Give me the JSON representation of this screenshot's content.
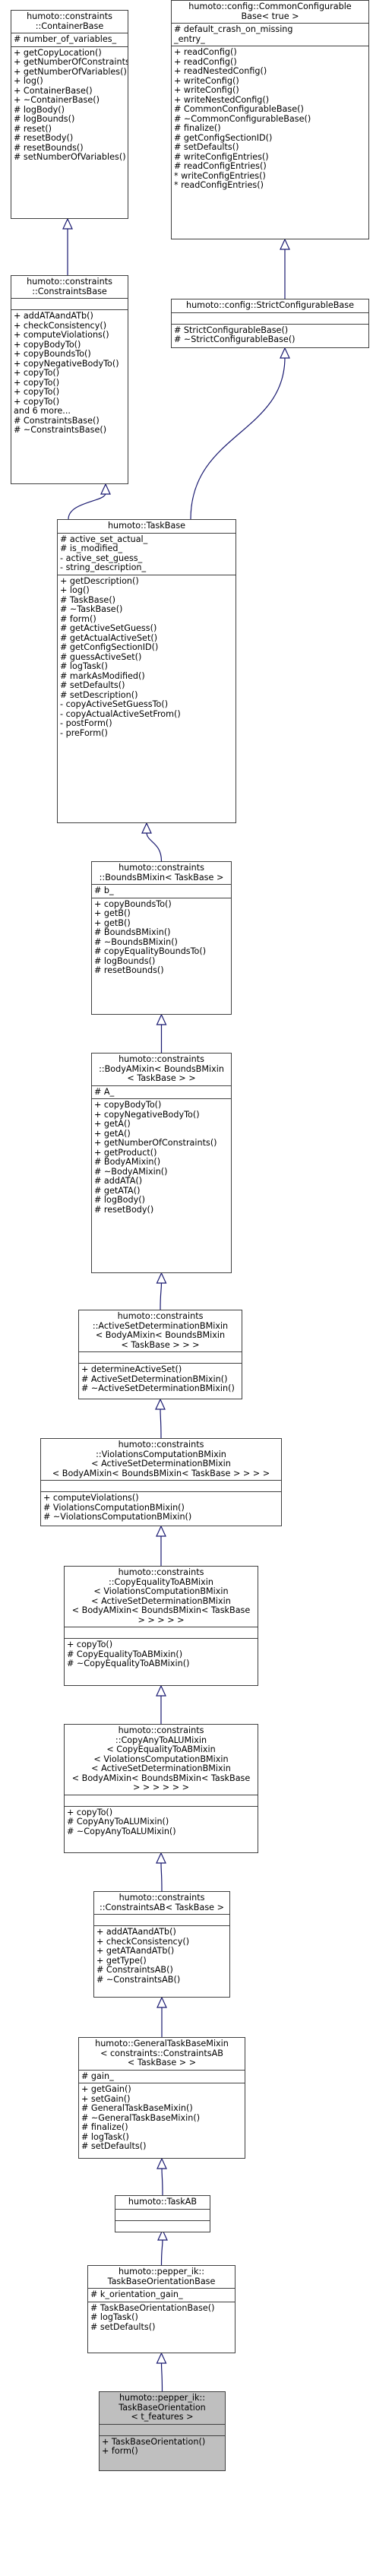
{
  "diagram": {
    "type": "uml-class-inheritance",
    "nodes": [
      {
        "id": "container_base",
        "title": [
          "humoto::constraints",
          "::ContainerBase"
        ],
        "attributes": [
          "# number_of_variables_"
        ],
        "methods": [
          "+ getCopyLocation()",
          "+ getNumberOfConstraints()",
          "+ getNumberOfVariables()",
          "+ log()",
          "+ ContainerBase()",
          "+ ~ContainerBase()",
          "# logBody()",
          "# logBounds()",
          "# reset()",
          "# resetBody()",
          "# resetBounds()",
          "# setNumberOfVariables()"
        ]
      },
      {
        "id": "common_configurable_base",
        "title": [
          "humoto::config::CommonConfigurable",
          "Base< true >"
        ],
        "attributes": [
          "# default_crash_on_missing",
          "_entry_"
        ],
        "methods": [
          "+ readConfig()",
          "+ readConfig()",
          "+ readNestedConfig()",
          "+ writeConfig()",
          "+ writeConfig()",
          "+ writeNestedConfig()",
          "# CommonConfigurableBase()",
          "# ~CommonConfigurableBase()",
          "# finalize()",
          "# getConfigSectionID()",
          "# setDefaults()",
          "# writeConfigEntries()",
          "# readConfigEntries()",
          "* writeConfigEntries()",
          "* readConfigEntries()"
        ]
      },
      {
        "id": "constraints_base",
        "title": [
          "humoto::constraints",
          "::ConstraintsBase"
        ],
        "attributes": [],
        "methods": [
          "+ addATAandATb()",
          "+ checkConsistency()",
          "+ computeViolations()",
          "+ copyBodyTo()",
          "+ copyBoundsTo()",
          "+ copyNegativeBodyTo()",
          "+ copyTo()",
          "+ copyTo()",
          "+ copyTo()",
          "+ copyTo()",
          "and 6 more...",
          "# ConstraintsBase()",
          "# ~ConstraintsBase()"
        ]
      },
      {
        "id": "strict_configurable_base",
        "title": [
          "humoto::config::StrictConfigurableBase"
        ],
        "attributes": [],
        "methods": [
          "# StrictConfigurableBase()",
          "# ~StrictConfigurableBase()"
        ]
      },
      {
        "id": "task_base",
        "title": [
          "humoto::TaskBase"
        ],
        "attributes": [
          "# active_set_actual_",
          "# is_modified_",
          "- active_set_guess_",
          "- string_description_"
        ],
        "methods": [
          "+ getDescription()",
          "+ log()",
          "# TaskBase()",
          "# ~TaskBase()",
          "# form()",
          "# getActiveSetGuess()",
          "# getActualActiveSet()",
          "# getConfigSectionID()",
          "# guessActiveSet()",
          "# logTask()",
          "# markAsModified()",
          "# setDefaults()",
          "# setDescription()",
          "- copyActiveSetGuessTo()",
          "- copyActualActiveSetFrom()",
          "- postForm()",
          "- preForm()"
        ]
      },
      {
        "id": "bounds_b_mixin",
        "title": [
          "humoto::constraints",
          "::BoundsBMixin< TaskBase >"
        ],
        "attributes": [
          "# b_"
        ],
        "methods": [
          "+ copyBoundsTo()",
          "+ getB()",
          "+ getB()",
          "# BoundsBMixin()",
          "# ~BoundsBMixin()",
          "# copyEqualityBoundsTo()",
          "# logBounds()",
          "# resetBounds()"
        ]
      },
      {
        "id": "body_a_mixin",
        "title": [
          "humoto::constraints",
          "::BodyAMixin< BoundsBMixin",
          "< TaskBase > >"
        ],
        "attributes": [
          "# A_"
        ],
        "methods": [
          "+ copyBodyTo()",
          "+ copyNegativeBodyTo()",
          "+ getA()",
          "+ getA()",
          "+ getNumberOfConstraints()",
          "+ getProduct()",
          "# BodyAMixin()",
          "# ~BodyAMixin()",
          "# addATA()",
          "# getATA()",
          "# logBody()",
          "# resetBody()"
        ]
      },
      {
        "id": "active_set_determination_b_mixin",
        "title": [
          "humoto::constraints",
          "::ActiveSetDeterminationBMixin",
          "< BodyAMixin< BoundsBMixin",
          "< TaskBase > > >"
        ],
        "attributes": [],
        "methods": [
          "+ determineActiveSet()",
          "# ActiveSetDeterminationBMixin()",
          "# ~ActiveSetDeterminationBMixin()"
        ]
      },
      {
        "id": "violations_computation_b_mixin",
        "title": [
          "humoto::constraints",
          "::ViolationsComputationBMixin",
          "< ActiveSetDeterminationBMixin",
          "< BodyAMixin< BoundsBMixin< TaskBase > > > >"
        ],
        "attributes": [],
        "methods": [
          "+ computeViolations()",
          "# ViolationsComputationBMixin()",
          "# ~ViolationsComputationBMixin()"
        ]
      },
      {
        "id": "copy_equality_to_ab_mixin",
        "title": [
          "humoto::constraints",
          "::CopyEqualityToABMixin",
          "< ViolationsComputationBMixin",
          "< ActiveSetDeterminationBMixin",
          "< BodyAMixin< BoundsBMixin< TaskBase",
          "> > > > >"
        ],
        "attributes": [],
        "methods": [
          "+ copyTo()",
          "# CopyEqualityToABMixin()",
          "# ~CopyEqualityToABMixin()"
        ]
      },
      {
        "id": "copy_any_to_alu_mixin",
        "title": [
          "humoto::constraints",
          "::CopyAnyToALUMixin",
          "< CopyEqualityToABMixin",
          "< ViolationsComputationBMixin",
          "< ActiveSetDeterminationBMixin",
          "< BodyAMixin< BoundsBMixin< TaskBase",
          "> > > > > >"
        ],
        "attributes": [],
        "methods": [
          "+ copyTo()",
          "# CopyAnyToALUMixin()",
          "# ~CopyAnyToALUMixin()"
        ]
      },
      {
        "id": "constraints_ab",
        "title": [
          "humoto::constraints",
          "::ConstraintsAB< TaskBase >"
        ],
        "attributes": [],
        "methods": [
          "+ addATAandATb()",
          "+ checkConsistency()",
          "+ getATAandATb()",
          "+ getType()",
          "# ConstraintsAB()",
          "# ~ConstraintsAB()"
        ]
      },
      {
        "id": "general_task_base_mixin",
        "title": [
          "humoto::GeneralTaskBaseMixin",
          "< constraints::ConstraintsAB",
          "< TaskBase > >"
        ],
        "attributes": [
          "# gain_"
        ],
        "methods": [
          "+ getGain()",
          "+ setGain()",
          "# GeneralTaskBaseMixin()",
          "# ~GeneralTaskBaseMixin()",
          "# finalize()",
          "# logTask()",
          "# setDefaults()"
        ]
      },
      {
        "id": "task_ab",
        "title": [
          "humoto::TaskAB"
        ],
        "attributes": [],
        "methods": []
      },
      {
        "id": "task_base_orientation",
        "title": [
          "humoto::pepper_ik::",
          "TaskBaseOrientationBase"
        ],
        "attributes": [
          "# k_orientation_gain_"
        ],
        "methods": [
          "# TaskBaseOrientationBase()",
          "# logTask()",
          "# setDefaults()"
        ]
      },
      {
        "id": "task_base_orientation_t",
        "title": [
          "humoto::pepper_ik::",
          "TaskBaseOrientation",
          "< t_features >"
        ],
        "attributes": [],
        "methods": [
          "+ TaskBaseOrientation()",
          "+ form()"
        ]
      }
    ],
    "edges": [
      {
        "from": "constraints_base",
        "to": "container_base"
      },
      {
        "from": "strict_configurable_base",
        "to": "common_configurable_base"
      },
      {
        "from": "task_base",
        "to": "constraints_base"
      },
      {
        "from": "task_base",
        "to": "strict_configurable_base"
      },
      {
        "from": "bounds_b_mixin",
        "to": "task_base"
      },
      {
        "from": "body_a_mixin",
        "to": "bounds_b_mixin"
      },
      {
        "from": "active_set_determination_b_mixin",
        "to": "body_a_mixin"
      },
      {
        "from": "violations_computation_b_mixin",
        "to": "active_set_determination_b_mixin"
      },
      {
        "from": "copy_equality_to_ab_mixin",
        "to": "violations_computation_b_mixin"
      },
      {
        "from": "copy_any_to_alu_mixin",
        "to": "copy_equality_to_ab_mixin"
      },
      {
        "from": "constraints_ab",
        "to": "copy_any_to_alu_mixin"
      },
      {
        "from": "general_task_base_mixin",
        "to": "constraints_ab"
      },
      {
        "from": "task_ab",
        "to": "general_task_base_mixin"
      },
      {
        "from": "task_base_orientation",
        "to": "task_ab"
      },
      {
        "from": "task_base_orientation_t",
        "to": "task_base_orientation"
      }
    ],
    "edge_color": "#191970",
    "highlight_color": "#bfbfbf"
  }
}
